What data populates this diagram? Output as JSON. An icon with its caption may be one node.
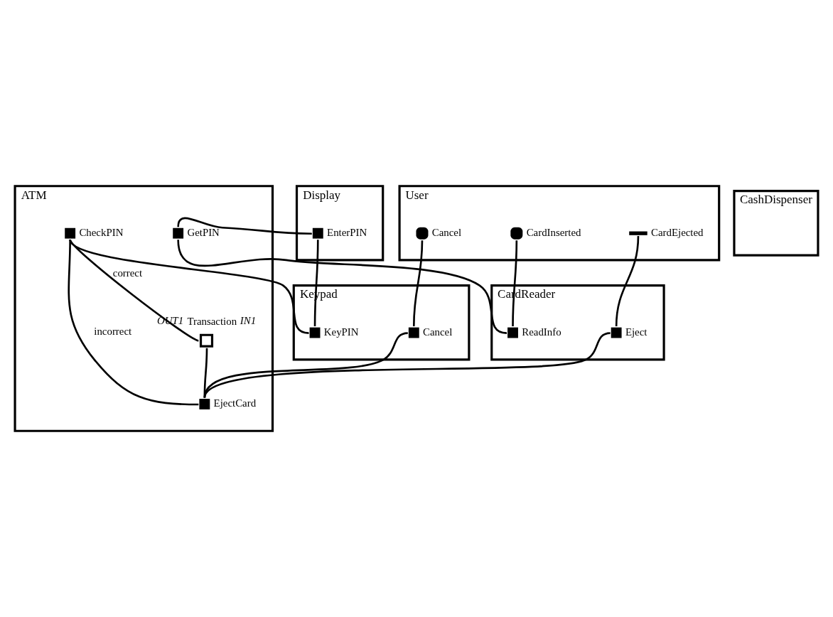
{
  "diagram": {
    "nodes": [
      {
        "text": [
          "User"
        ]
      },
      {
        "text": [
          "CardInserted"
        ],
        "in": 0
      },
      {
        "text": [
          "CardEjected"
        ],
        "in": 0
      },
      {
        "text": [
          "Cancel"
        ],
        "in": 0
      },
      {
        "text": [
          "CardReader"
        ]
      },
      {
        "text": [
          "ReadInfo"
        ],
        "in": 4
      },
      {
        "text": [
          "Eject"
        ],
        "in": 4
      },
      {
        "text": [
          "Keypad"
        ]
      },
      {
        "text": [
          "Cancel"
        ],
        "in": 7
      },
      {
        "text": [
          "KeyPIN"
        ],
        "in": 7
      },
      {
        "text": [
          "Display"
        ]
      },
      {
        "text": [
          "EnterPIN"
        ],
        "in": 10
      },
      {
        "text": [
          "CashDispenser"
        ]
      },
      {
        "text": [
          "ATM"
        ]
      },
      {
        "text": [
          "CheckPIN"
        ],
        "in": 13
      },
      {
        "text": [
          "GetPIN"
        ],
        "in": 13
      },
      {
        "text": [
          "EjectCard"
        ],
        "in": 13
      },
      {
        "text": [
          "Transaction"
        ],
        "in": 13,
        "beside": [
          "OUT1",
          "IN1"
        ]
      }
    ],
    "edges": [
      {
        "from": 1,
        "to": 5,
        "arrow": "none"
      },
      {
        "from": 5,
        "to": 15,
        "arrow": "none"
      },
      {
        "from": 15,
        "to": 11,
        "arrow": "none"
      },
      {
        "from": 11,
        "to": 9,
        "arrow": "none"
      },
      {
        "from": 9,
        "to": 14,
        "arrow": "none"
      },
      {
        "from": 14,
        "to": 16,
        "label": "incorrect",
        "arrow": "none"
      },
      {
        "from": 14,
        "to": 17,
        "label": "correct",
        "arrow": "none"
      },
      {
        "from": 17,
        "to": 16,
        "arrow": "none"
      },
      {
        "from": 3,
        "to": 8,
        "arrow": "none"
      },
      {
        "from": 8,
        "to": 16,
        "arrow": "none"
      },
      {
        "from": 16,
        "to": 6,
        "arrow": "none"
      },
      {
        "from": 6,
        "to": 2,
        "arrow": "none"
      }
    ]
  }
}
